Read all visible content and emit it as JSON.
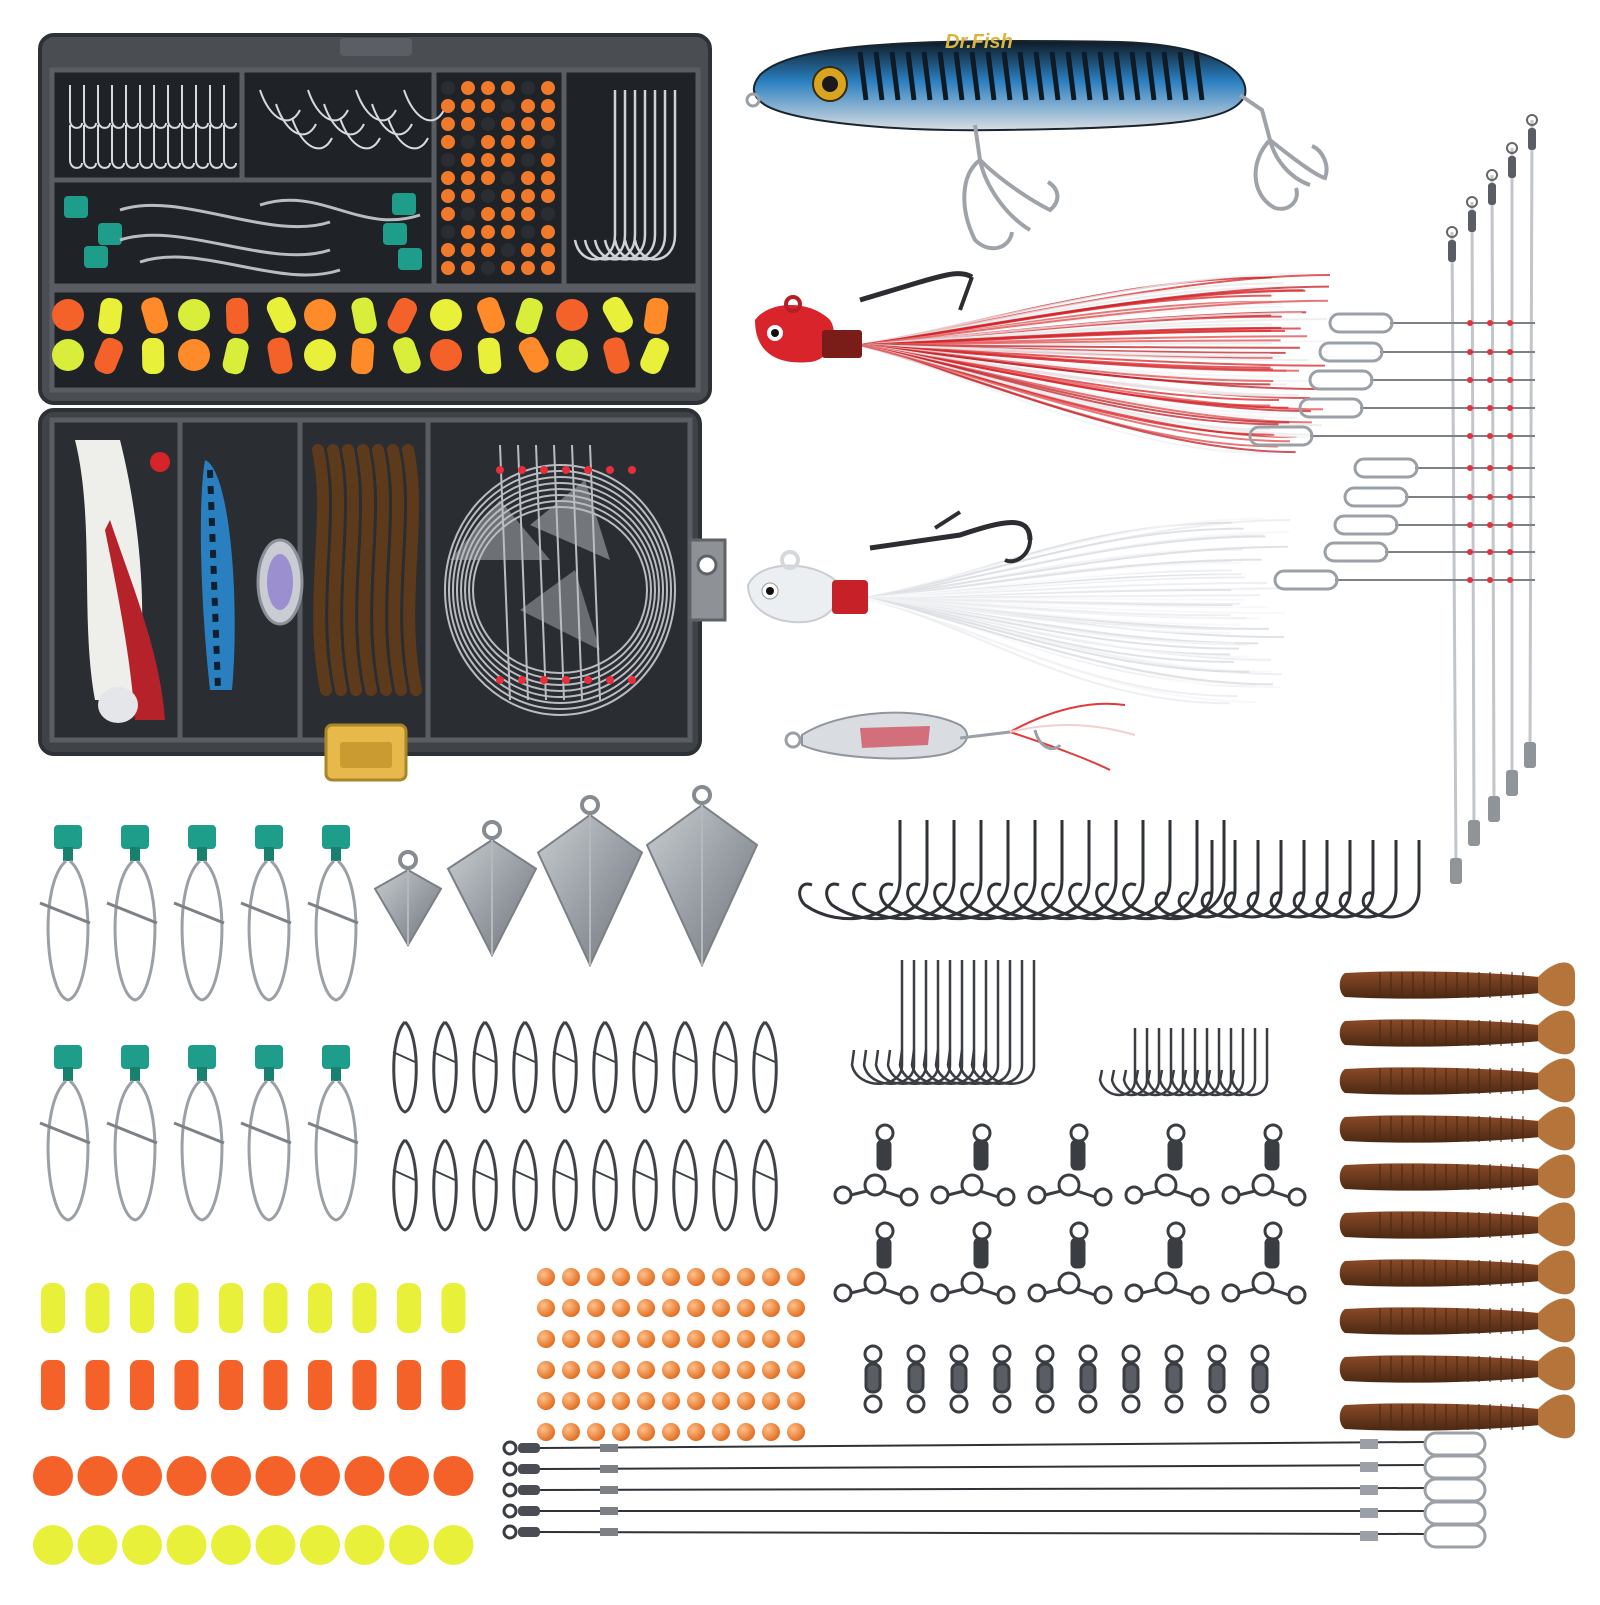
{
  "brand_text": "Dr.Fish",
  "colors": {
    "background": "#ffffff",
    "box_body": "#3f4247",
    "box_frame": "#5a5e64",
    "latch": "#e6b94a",
    "tab": "#8e9196",
    "metal": "#9aa0a6",
    "metal_dark": "#3a3d42",
    "bead_orange": "#f07a2a",
    "float_yellow": "#e8f03a",
    "float_orange": "#f4622a",
    "snap_cap": "#1e9e8a",
    "worm": "#6b3a1e",
    "worm_tail": "#b5743a",
    "popper_blue": "#2a7fc0",
    "jig_red": "#d8242a",
    "feather_white": "#eef0f2"
  },
  "icons": [
    "tackle-box",
    "popper-lure",
    "bucktail-jig-red",
    "bucktail-jig-white",
    "spoon-lure",
    "rig-leaders",
    "pyramid-sinkers",
    "snap-cap",
    "duo-lock-snap",
    "circle-hook",
    "j-hook",
    "three-way-swivel",
    "barrel-swivel",
    "round-bead",
    "foam-float",
    "paddle-tail-worm",
    "wire-leader"
  ]
}
